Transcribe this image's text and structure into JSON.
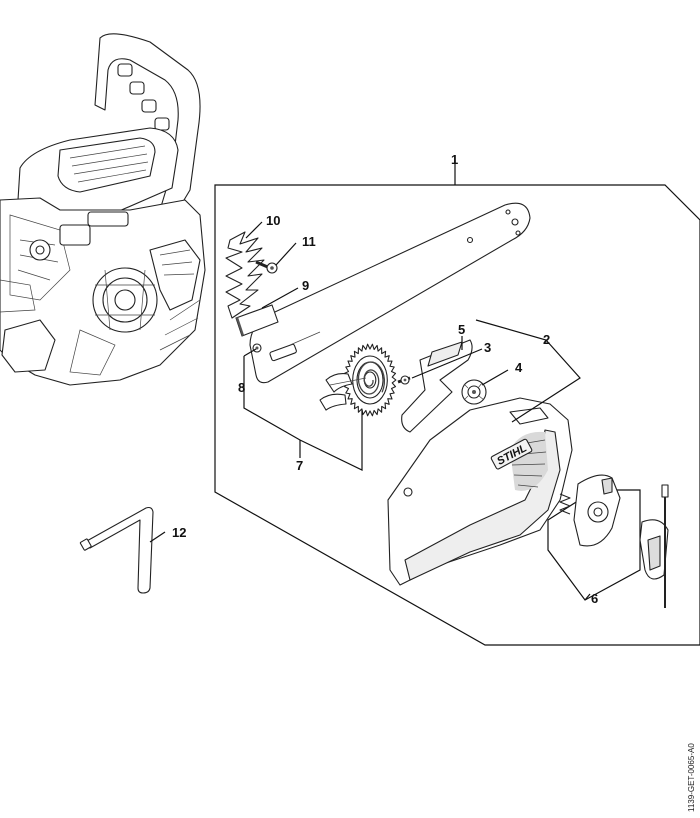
{
  "diagram": {
    "reference_code": "1139-GET-0065-A0",
    "brand_mark": "STIHL",
    "callouts": {
      "c1": "1",
      "c2": "2",
      "c3": "3",
      "c4": "4",
      "c5": "5",
      "c6": "6",
      "c7": "7",
      "c8": "8",
      "c9": "9",
      "c10": "10",
      "c11": "11",
      "c12": "12"
    },
    "colors": {
      "line": "#111111",
      "fill": "#ffffff",
      "shade": "#d9d9d9"
    }
  }
}
